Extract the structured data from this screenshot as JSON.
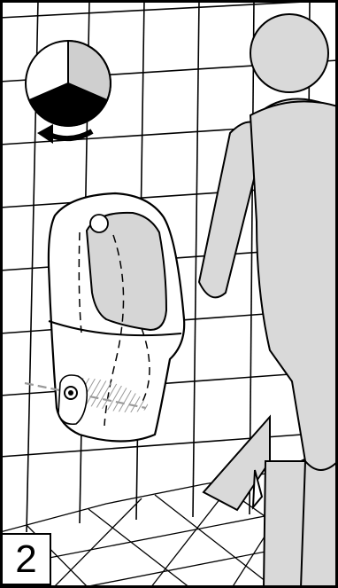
{
  "step": {
    "number": "2"
  },
  "colors": {
    "tile_line": "#000000",
    "figure_fill": "#d9d9d9",
    "window_fill": "#d6d6d6",
    "dial_dark": "#000000",
    "dial_light": "#cfcfcf",
    "water_hatch": "#9a9a9a"
  },
  "icons": {
    "dial": "rotation-dial-icon",
    "arrow": "counterclockwise-arrow-icon"
  },
  "dial": {
    "dark_fraction": 0.333,
    "light_fraction": 0.333,
    "white_fraction": 0.333
  }
}
